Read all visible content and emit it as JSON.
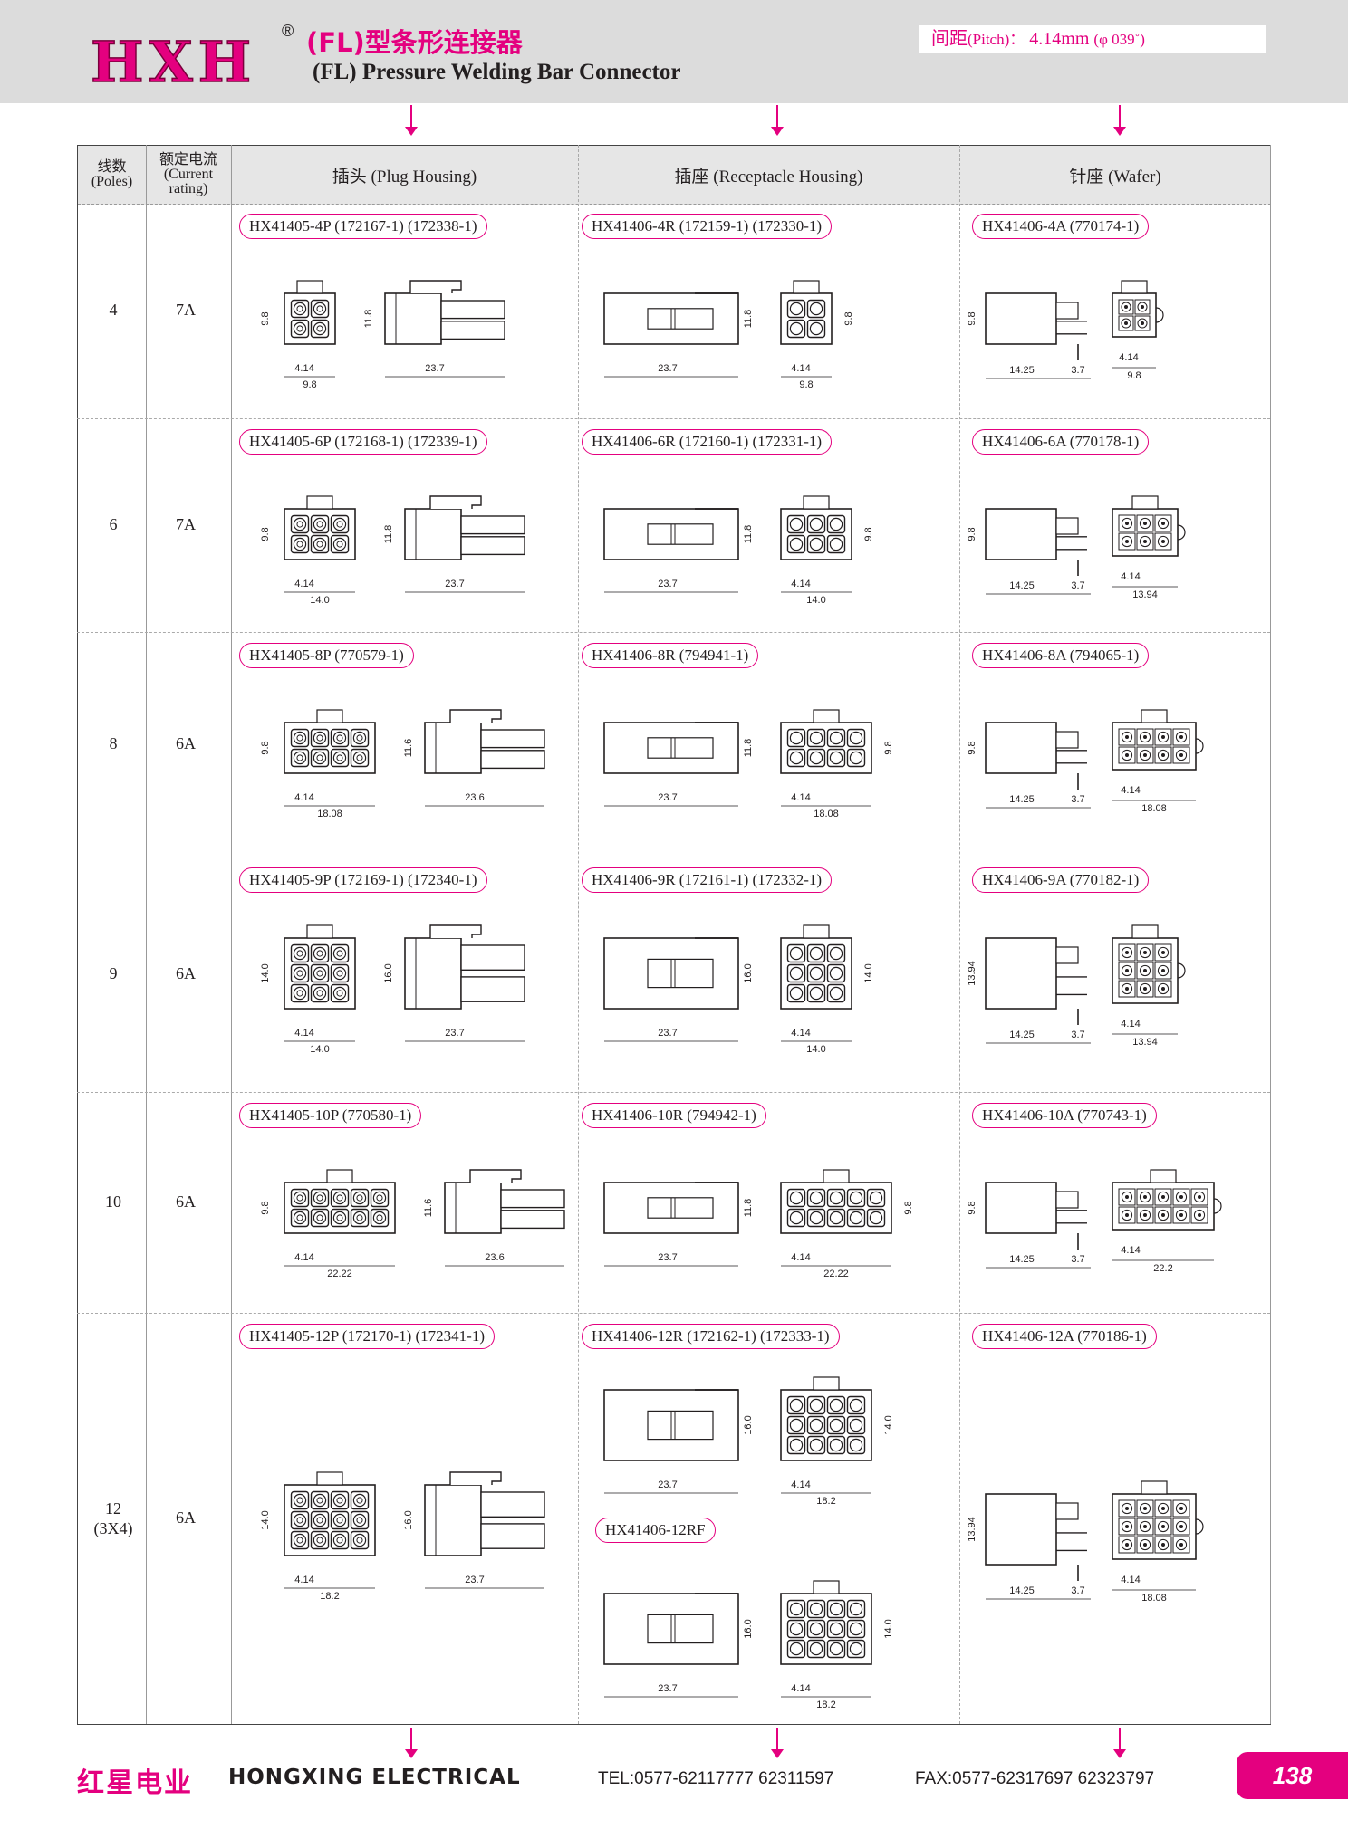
{
  "header": {
    "logo": "HXH",
    "registered": "®",
    "title_cn": "(FL)型条形连接器",
    "title_en": "(FL) Pressure Welding Bar Connector",
    "pitch_label_cn": "间距",
    "pitch_label_en": "(Pitch)：",
    "pitch_value": "4.14mm",
    "pitch_alt": "(φ 039˚)"
  },
  "colors": {
    "accent": "#e4007f",
    "header_bg": "#dcdcdc",
    "line": "#231f20"
  },
  "table": {
    "headers": {
      "poles_cn": "线数",
      "poles_en": "(Poles)",
      "current_cn": "额定电流",
      "current_en": "(Current",
      "current_en2": "rating)",
      "plug": "插头 (Plug Housing)",
      "receptacle": "插座 (Receptacle Housing)",
      "wafer": "针座 (Wafer)"
    },
    "rows": [
      {
        "poles": "4",
        "current": "7A",
        "plug": "HX41405-4P (172167-1) (172338-1)",
        "receptacle": "HX41406-4R (172159-1) (172330-1)",
        "wafer": "HX41406-4A (770174-1)",
        "plug_dims": {
          "h": "9.8",
          "p": "4.14",
          "w": "9.8",
          "side_h": "11.8",
          "len": "23.7"
        },
        "rec_dims": {
          "len": "23.7",
          "side_h": "11.8",
          "p": "4.14",
          "w": "9.8",
          "h": "9.8"
        },
        "waf_dims": {
          "h": "9.8",
          "a": "14.25",
          "b": "3.7",
          "p": "4.14",
          "w": "9.8"
        }
      },
      {
        "poles": "6",
        "current": "7A",
        "plug": "HX41405-6P (172168-1) (172339-1)",
        "receptacle": "HX41406-6R (172160-1) (172331-1)",
        "wafer": "HX41406-6A (770178-1)",
        "plug_dims": {
          "h": "9.8",
          "p": "4.14",
          "w": "14.0",
          "side_h": "11.8",
          "len": "23.7"
        },
        "rec_dims": {
          "len": "23.7",
          "side_h": "11.8",
          "p": "4.14",
          "w": "14.0",
          "h": "9.8"
        },
        "waf_dims": {
          "h": "9.8",
          "a": "14.25",
          "b": "3.7",
          "p": "4.14",
          "w": "13.94"
        }
      },
      {
        "poles": "8",
        "current": "6A",
        "plug": "HX41405-8P (770579-1)",
        "receptacle": "HX41406-8R (794941-1)",
        "wafer": "HX41406-8A (794065-1)",
        "plug_dims": {
          "h": "9.8",
          "p": "4.14",
          "w": "18.08",
          "side_h": "11.6",
          "len": "23.6"
        },
        "rec_dims": {
          "len": "23.7",
          "side_h": "11.8",
          "p": "4.14",
          "w": "18.08",
          "h": "9.8"
        },
        "waf_dims": {
          "h": "9.8",
          "a": "14.25",
          "b": "3.7",
          "p": "4.14",
          "w": "18.08"
        }
      },
      {
        "poles": "9",
        "current": "6A",
        "plug": "HX41405-9P (172169-1) (172340-1)",
        "receptacle": "HX41406-9R (172161-1) (172332-1)",
        "wafer": "HX41406-9A (770182-1)",
        "plug_dims": {
          "h": "14.0",
          "p": "4.14",
          "w": "14.0",
          "side_h": "16.0",
          "len": "23.7"
        },
        "rec_dims": {
          "len": "23.7",
          "side_h": "16.0",
          "p": "4.14",
          "w": "14.0",
          "h": "14.0"
        },
        "waf_dims": {
          "h": "13.94",
          "a": "14.25",
          "b": "3.7",
          "p": "4.14",
          "w": "13.94"
        }
      },
      {
        "poles": "10",
        "current": "6A",
        "plug": "HX41405-10P (770580-1)",
        "receptacle": "HX41406-10R (794942-1)",
        "wafer": "HX41406-10A (770743-1)",
        "plug_dims": {
          "h": "9.8",
          "p": "4.14",
          "w": "22.22",
          "side_h": "11.6",
          "len": "23.6"
        },
        "rec_dims": {
          "len": "23.7",
          "side_h": "11.8",
          "p": "4.14",
          "w": "22.22",
          "h": "9.8"
        },
        "waf_dims": {
          "h": "9.8",
          "a": "14.25",
          "b": "3.7",
          "p": "4.14",
          "w": "22.2"
        }
      },
      {
        "poles": "12",
        "poles2": "(3X4)",
        "current": "6A",
        "plug": "HX41405-12P (172170-1) (172341-1)",
        "receptacle": "HX41406-12R (172162-1) (172333-1)",
        "receptacle2": "HX41406-12RF",
        "wafer": "HX41406-12A (770186-1)",
        "plug_dims": {
          "h": "14.0",
          "p": "4.14",
          "w": "18.2",
          "side_h": "16.0",
          "len": "23.7"
        },
        "rec_dims": {
          "len": "23.7",
          "side_h": "16.0",
          "p": "4.14",
          "w": "18.2",
          "h": "14.0"
        },
        "rec2_dims": {
          "len": "23.7",
          "side_h": "16.0",
          "p": "4.14",
          "w": "18.2",
          "h": "14.0"
        },
        "waf_dims": {
          "h": "13.94",
          "a": "14.25",
          "b": "3.7",
          "p": "4.14",
          "w": "18.08"
        }
      }
    ]
  },
  "footer": {
    "company_cn": "红星电业",
    "company_en": "HONGXING ELECTRICAL",
    "tel": "TEL:0577-62117777   62311597",
    "fax": "FAX:0577-62317697   62323797",
    "page": "138"
  }
}
